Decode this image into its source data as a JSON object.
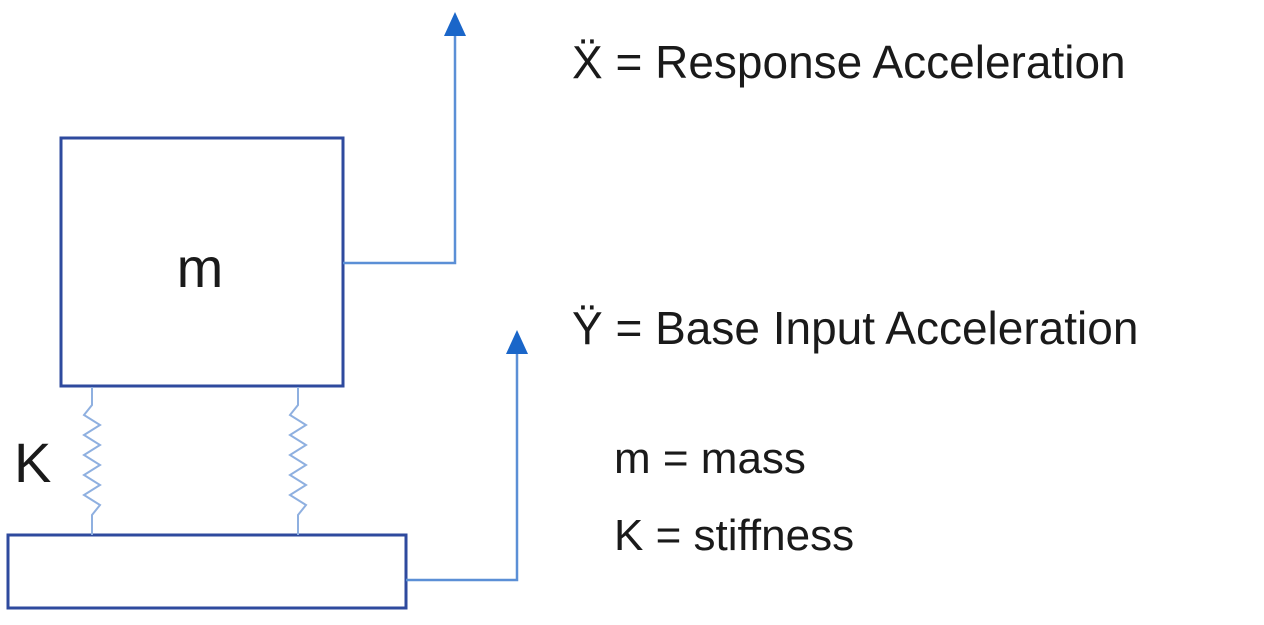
{
  "labels": {
    "mass_symbol": "m",
    "spring_symbol": "K"
  },
  "legend": {
    "response": "Ẍ = Response Acceleration",
    "base_input": "Ÿ = Base Input Acceleration",
    "mass_def": "m = mass",
    "stiffness_def": "K = stiffness"
  },
  "colors": {
    "box_stroke": "#2e4a9e",
    "line": "#5b8fd6",
    "arrow": "#1a66c9",
    "spring": "#8fb0e0",
    "text": "#1a1a1a"
  }
}
